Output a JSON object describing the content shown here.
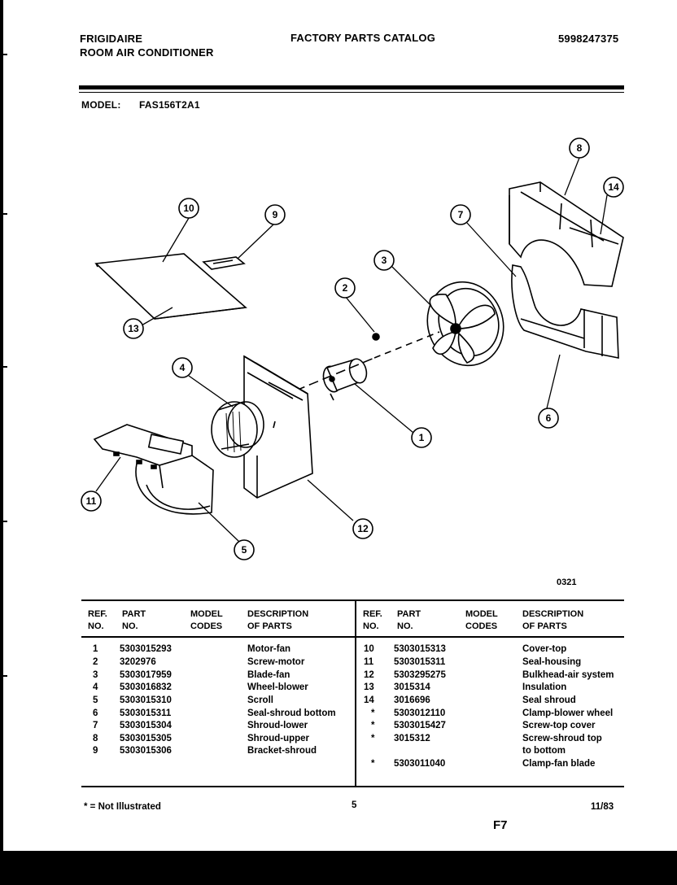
{
  "header": {
    "brand": "FRIGIDAIRE",
    "product": "ROOM AIR CONDITIONER",
    "catalog_title": "FACTORY PARTS CATALOG",
    "catalog_number": "5998247375",
    "model_label": "MODEL:",
    "model_value": "FAS156T2A1"
  },
  "diagram": {
    "image_code": "0321",
    "callouts": [
      "1",
      "2",
      "3",
      "4",
      "5",
      "6",
      "7",
      "8",
      "9",
      "10",
      "11",
      "12",
      "13",
      "14"
    ]
  },
  "table": {
    "columns": {
      "ref": [
        "REF.",
        "NO."
      ],
      "part": [
        "PART",
        "NO."
      ],
      "model": [
        "MODEL",
        "CODES"
      ],
      "desc": [
        "DESCRIPTION",
        "OF PARTS"
      ]
    },
    "left_rows": [
      {
        "ref": "1",
        "part": "5303015293",
        "model": "",
        "desc": "Motor-fan"
      },
      {
        "ref": "2",
        "part": "3202976",
        "model": "",
        "desc": "Screw-motor"
      },
      {
        "ref": "3",
        "part": "5303017959",
        "model": "",
        "desc": "Blade-fan"
      },
      {
        "ref": "4",
        "part": "5303016832",
        "model": "",
        "desc": "Wheel-blower"
      },
      {
        "ref": "5",
        "part": "5303015310",
        "model": "",
        "desc": "Scroll"
      },
      {
        "ref": "6",
        "part": "5303015311",
        "model": "",
        "desc": "Seal-shroud bottom"
      },
      {
        "ref": "7",
        "part": "5303015304",
        "model": "",
        "desc": "Shroud-lower"
      },
      {
        "ref": "8",
        "part": "5303015305",
        "model": "",
        "desc": "Shroud-upper"
      },
      {
        "ref": "9",
        "part": "5303015306",
        "model": "",
        "desc": "Bracket-shroud"
      }
    ],
    "right_rows": [
      {
        "ref": "10",
        "part": "5303015313",
        "model": "",
        "desc": "Cover-top"
      },
      {
        "ref": "11",
        "part": "5303015311",
        "model": "",
        "desc": "Seal-housing"
      },
      {
        "ref": "12",
        "part": "5303295275",
        "model": "",
        "desc": "Bulkhead-air system"
      },
      {
        "ref": "13",
        "part": "3015314",
        "model": "",
        "desc": "Insulation"
      },
      {
        "ref": "14",
        "part": "3016696",
        "model": "",
        "desc": "Seal shroud"
      },
      {
        "ref": "*",
        "part": "5303012110",
        "model": "",
        "desc": "Clamp-blower wheel"
      },
      {
        "ref": "*",
        "part": "5303015427",
        "model": "",
        "desc": "Screw-top cover"
      },
      {
        "ref": "*",
        "part": "3015312",
        "model": "",
        "desc": "Screw-shroud top"
      },
      {
        "ref": "",
        "part": "",
        "model": "",
        "desc": "to bottom"
      },
      {
        "ref": "*",
        "part": "5303011040",
        "model": "",
        "desc": "Clamp-fan blade"
      }
    ]
  },
  "footer": {
    "note": "* = Not Illustrated",
    "page": "5",
    "date": "11/83",
    "section": "F7"
  }
}
